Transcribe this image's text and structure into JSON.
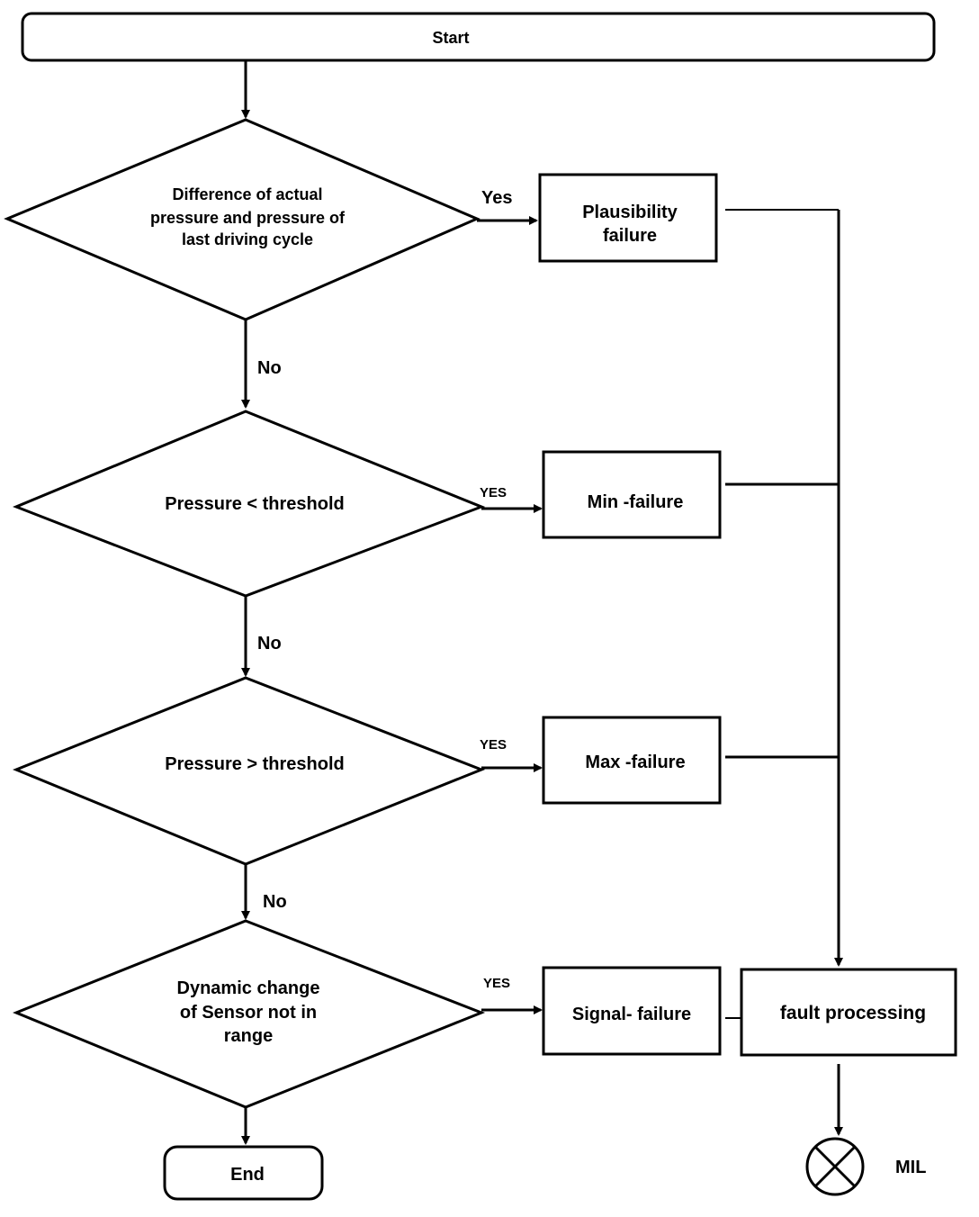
{
  "nodes": {
    "start": "Start",
    "decision1": [
      "Difference of  actual",
      "pressure and pressure of",
      "last driving cycle"
    ],
    "decision2": "Pressure < threshold",
    "decision3": "Pressure > threshold",
    "decision4": [
      "Dynamic change",
      "of Sensor not in",
      "range"
    ],
    "plausibility": [
      "Plausibility",
      "failure"
    ],
    "min_failure": "Min -failure",
    "max_failure": "Max -failure",
    "signal_failure": "Signal- failure",
    "fault_processing": "fault processing",
    "end": "End",
    "mil": "MIL"
  },
  "edges": {
    "yes1": "Yes",
    "yes2": "YES",
    "yes3": "YES",
    "yes4": "YES",
    "no1": "No",
    "no2": "No",
    "no3": "No"
  },
  "icons": {
    "mil_lamp": "lamp-x-icon"
  }
}
